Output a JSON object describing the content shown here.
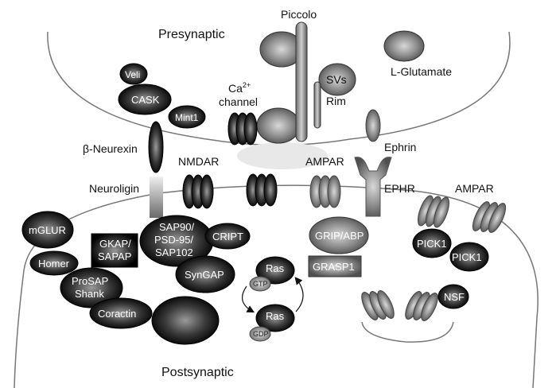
{
  "regions": {
    "presynaptic": "Presynaptic",
    "postsynaptic": "Postsynaptic"
  },
  "labels": {
    "piccolo": "Piccolo",
    "l_glutamate": "L-Glutamate",
    "svs": "SVs",
    "rim": "Rim",
    "ca_channel_prefix": "Ca",
    "ca_channel_sup": "2+",
    "ca_channel_line2": "channel",
    "b_neurexin": "β-Neurexin",
    "nmdar": "NMDAR",
    "ampar": "AMPAR",
    "ephrin": "Ephrin",
    "ephr": "EPHR",
    "neuroligin": "Neuroligin",
    "ampar_right": "AMPAR"
  },
  "proteins": {
    "veli": "Veli",
    "cask": "CASK",
    "mint1": "Mint1",
    "mglur": "mGLUR",
    "gkap": "GKAP/",
    "sapap": "SAPAP",
    "sap90": "SAP90/",
    "psd95": "PSD-95/",
    "sap102": "SAP102",
    "cript": "CRIPT",
    "homer": "Homer",
    "prosap": "ProSAP",
    "shank": "Shank",
    "syngap": "SynGAP",
    "coractin": "Coractin",
    "ras_top": "Ras",
    "gtp": "GTP",
    "ras_bottom": "Ras",
    "gdp": "GDP",
    "grip": "GRIP/ABP",
    "grasp1": "GRASP1",
    "pick1_a": "PICK1",
    "pick1_b": "PICK1",
    "nsf": "NSF"
  }
}
